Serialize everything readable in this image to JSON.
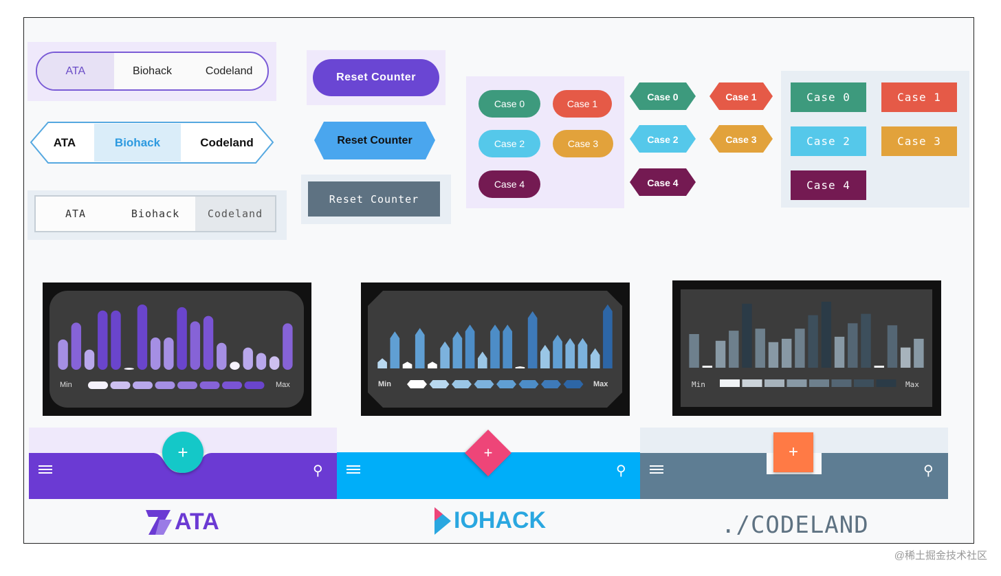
{
  "segmented": {
    "ata": [
      "ATA",
      "Biohack",
      "Codeland"
    ],
    "biohack": [
      "ATA",
      "Biohack",
      "Codeland"
    ],
    "codeland": [
      "ATA",
      "Biohack",
      "Codeland"
    ]
  },
  "reset_buttons": {
    "ata": "Reset Counter",
    "biohack": "Reset Counter",
    "codeland": "Reset Counter"
  },
  "cases": {
    "ata": [
      {
        "label": "Case 0",
        "color": "#3d9a7d"
      },
      {
        "label": "Case 1",
        "color": "#e55a47"
      },
      {
        "label": "Case 2",
        "color": "#55c8ea"
      },
      {
        "label": "Case 3",
        "color": "#e2a23b"
      },
      {
        "label": "Case 4",
        "color": "#741a52"
      }
    ],
    "biohack": [
      {
        "label": "Case 0",
        "color": "#3d9a7d"
      },
      {
        "label": "Case 1",
        "color": "#e55a47"
      },
      {
        "label": "Case 2",
        "color": "#55c8ea"
      },
      {
        "label": "Case 3",
        "color": "#e2a23b"
      },
      {
        "label": "Case 4",
        "color": "#741a52"
      }
    ],
    "codeland": [
      {
        "label": "Case 0",
        "color": "#3d9a7d"
      },
      {
        "label": "Case 1",
        "color": "#e55a47"
      },
      {
        "label": "Case 2",
        "color": "#55c8ea"
      },
      {
        "label": "Case 3",
        "color": "#e2a23b"
      },
      {
        "label": "Case 4",
        "color": "#741a52"
      }
    ]
  },
  "visualizers": {
    "ata": {
      "min": "Min",
      "max": "Max",
      "bars": [
        45,
        70,
        30,
        88,
        88,
        2,
        97,
        48,
        48,
        93,
        72,
        80,
        40,
        12,
        33,
        25,
        20,
        69
      ],
      "colors": [
        "#f5f2fc",
        "#cdbff0",
        "#b9a8ec",
        "#a58fe4",
        "#9578dd",
        "#8663d7",
        "#7a54d4",
        "#6a45cc"
      ]
    },
    "biohack": {
      "min": "Min",
      "max": "Max",
      "bars": [
        15,
        55,
        10,
        60,
        10,
        40,
        55,
        65,
        25,
        65,
        65,
        1,
        85,
        35,
        50,
        45,
        45,
        30,
        95
      ],
      "colors": [
        "#ffffff",
        "#b8d8ef",
        "#9ac6e6",
        "#7cb2dd",
        "#609fd3",
        "#4d8dc7",
        "#3e7ab9",
        "#2d66a6"
      ]
    },
    "codeland": {
      "min": "Min",
      "max": "Max",
      "bars": [
        50,
        1,
        40,
        55,
        95,
        58,
        38,
        43,
        58,
        78,
        98,
        46,
        66,
        80,
        1,
        63,
        30,
        43
      ],
      "colors": [
        "#f0f3f5",
        "#ccd4da",
        "#a7b3bc",
        "#8899a5",
        "#6e808d",
        "#546674",
        "#3d4f5c",
        "#2b3b47"
      ]
    }
  },
  "fab": {
    "ata": "+",
    "biohack": "+",
    "codeland": "+"
  },
  "logos": {
    "ata": "ATA",
    "biohack": "IOHACK",
    "codeland": "./CODELAND"
  },
  "watermark": "@稀土掘金技术社区"
}
